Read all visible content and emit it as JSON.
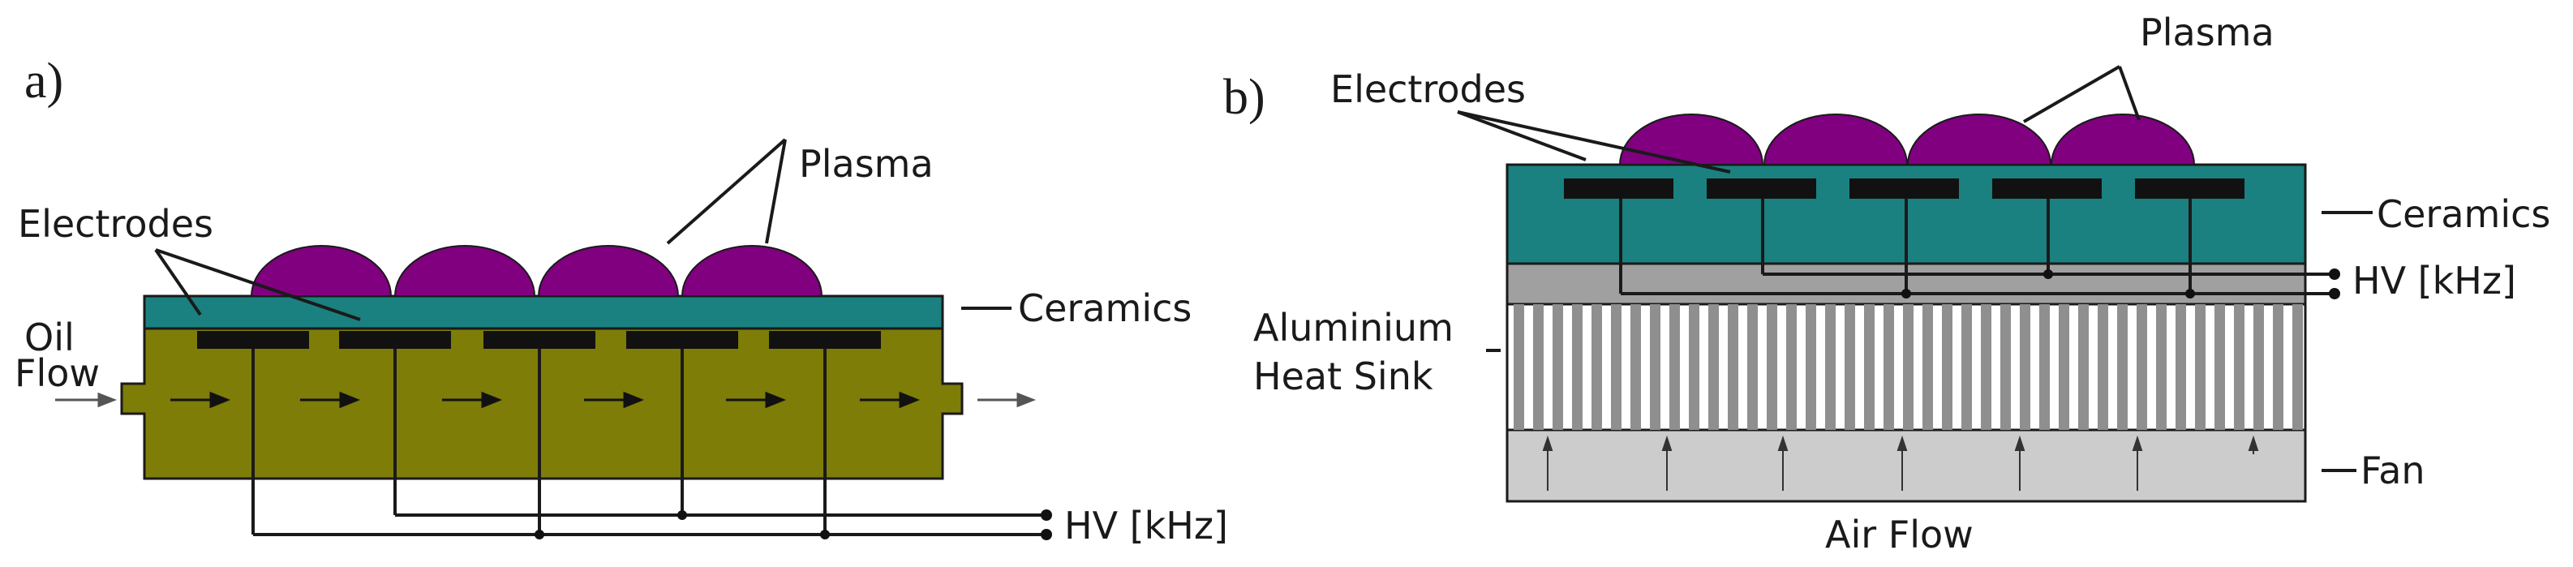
{
  "panel_a": {
    "panel_label": "a)",
    "plasma_label": "Plasma",
    "electrodes_label": "Electrodes",
    "ceramics_label": "Ceramics",
    "oil_label": "Oil",
    "flow_label": "Flow",
    "hv_label": "HV [kHz]"
  },
  "panel_b": {
    "panel_label": "b)",
    "plasma_label": "Plasma",
    "electrodes_label": "Electrodes",
    "ceramics_label": "Ceramics",
    "hv_label": "HV [kHz]",
    "heatsink_label_1": "Aluminium",
    "heatsink_label_2": "Heat Sink",
    "fan_label": "Fan",
    "airflow_label": "Air Flow"
  },
  "colors": {
    "plasma": "#800080",
    "ceramics": "#1a8080",
    "oil_body": "#7d7d08",
    "electrode": "#111111",
    "heatsink_base": "#a0a0a0",
    "heatsink_fin": "#8f8f8f",
    "fan": "#cccccc"
  }
}
